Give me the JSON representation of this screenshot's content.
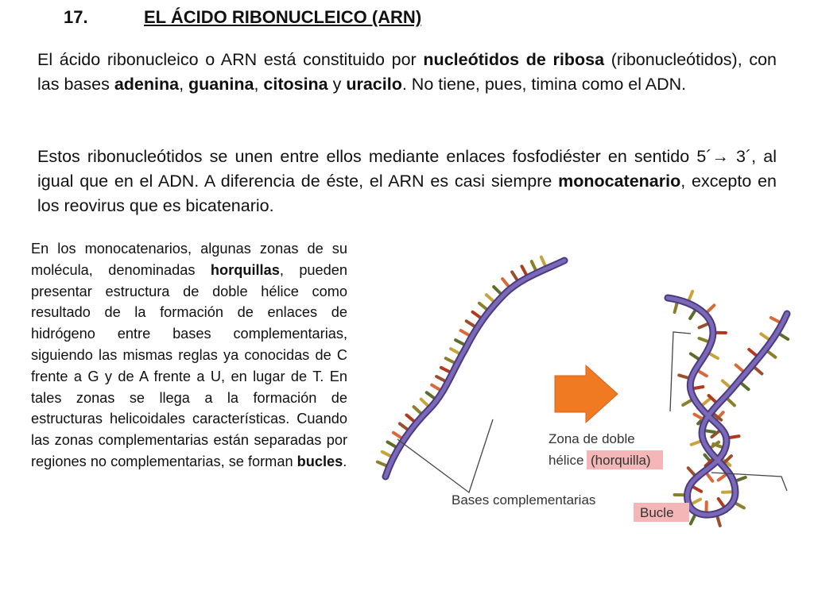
{
  "heading": {
    "number": "17.",
    "title": "EL ÁCIDO RIBONUCLEICO (ARN)"
  },
  "paragraph1": [
    {
      "t": "El ácido ribonucleico o ARN está constituido por "
    },
    {
      "t": "nucleótidos de ribosa",
      "b": true
    },
    {
      "t": " (ribonucleótidos), con las bases "
    },
    {
      "t": "adenina",
      "b": true
    },
    {
      "t": ", "
    },
    {
      "t": "guanina",
      "b": true
    },
    {
      "t": ", "
    },
    {
      "t": "citosina",
      "b": true
    },
    {
      "t": " y "
    },
    {
      "t": "uracilo",
      "b": true
    },
    {
      "t": ". No tiene, pues, timina como el ADN."
    }
  ],
  "paragraph2": [
    {
      "t": "Estos ribonucleótidos se unen entre ellos mediante enlaces fosfodiéster en sentido 5´→ 3´, al igual que en el ADN. A diferencia de éste, el ARN es casi siempre "
    },
    {
      "t": "monocatenario",
      "b": true
    },
    {
      "t": ", excepto en los reovirus que es bicatenario."
    }
  ],
  "side_text": [
    {
      "t": "En los monocatenarios, algunas zonas de su molécula, denominadas "
    },
    {
      "t": "horquillas",
      "b": true
    },
    {
      "t": ", pueden presentar estructura de doble hélice como resultado de la formación de enlaces de hidrógeno entre bases complementarias, siguiendo las mismas reglas ya conocidas de C frente a G y de A frente a U, en lugar de T. En tales zonas se llega a la formación de estructuras helicoidales características. Cuando las zonas complementarias están separadas por regiones no complementarias, se forman "
    },
    {
      "t": "bucles",
      "b": true
    },
    {
      "t": "."
    }
  ],
  "figure": {
    "label_zona_line1": "Zona de doble",
    "label_zona_line2_prefix": "hélice",
    "label_horquilla": "(horquilla)",
    "label_bases": "Bases complementarias",
    "label_bucle": "Bucle",
    "colors": {
      "backbone": "#6c5aa6",
      "backbone_dark": "#4a3a80",
      "arrow": "#f07a22",
      "highlight": "#f4b6b6",
      "bases": [
        "#b23a1c",
        "#8a7f2a",
        "#c8a23a",
        "#5c6d2c",
        "#d86a3a",
        "#9a4f2c"
      ]
    }
  }
}
